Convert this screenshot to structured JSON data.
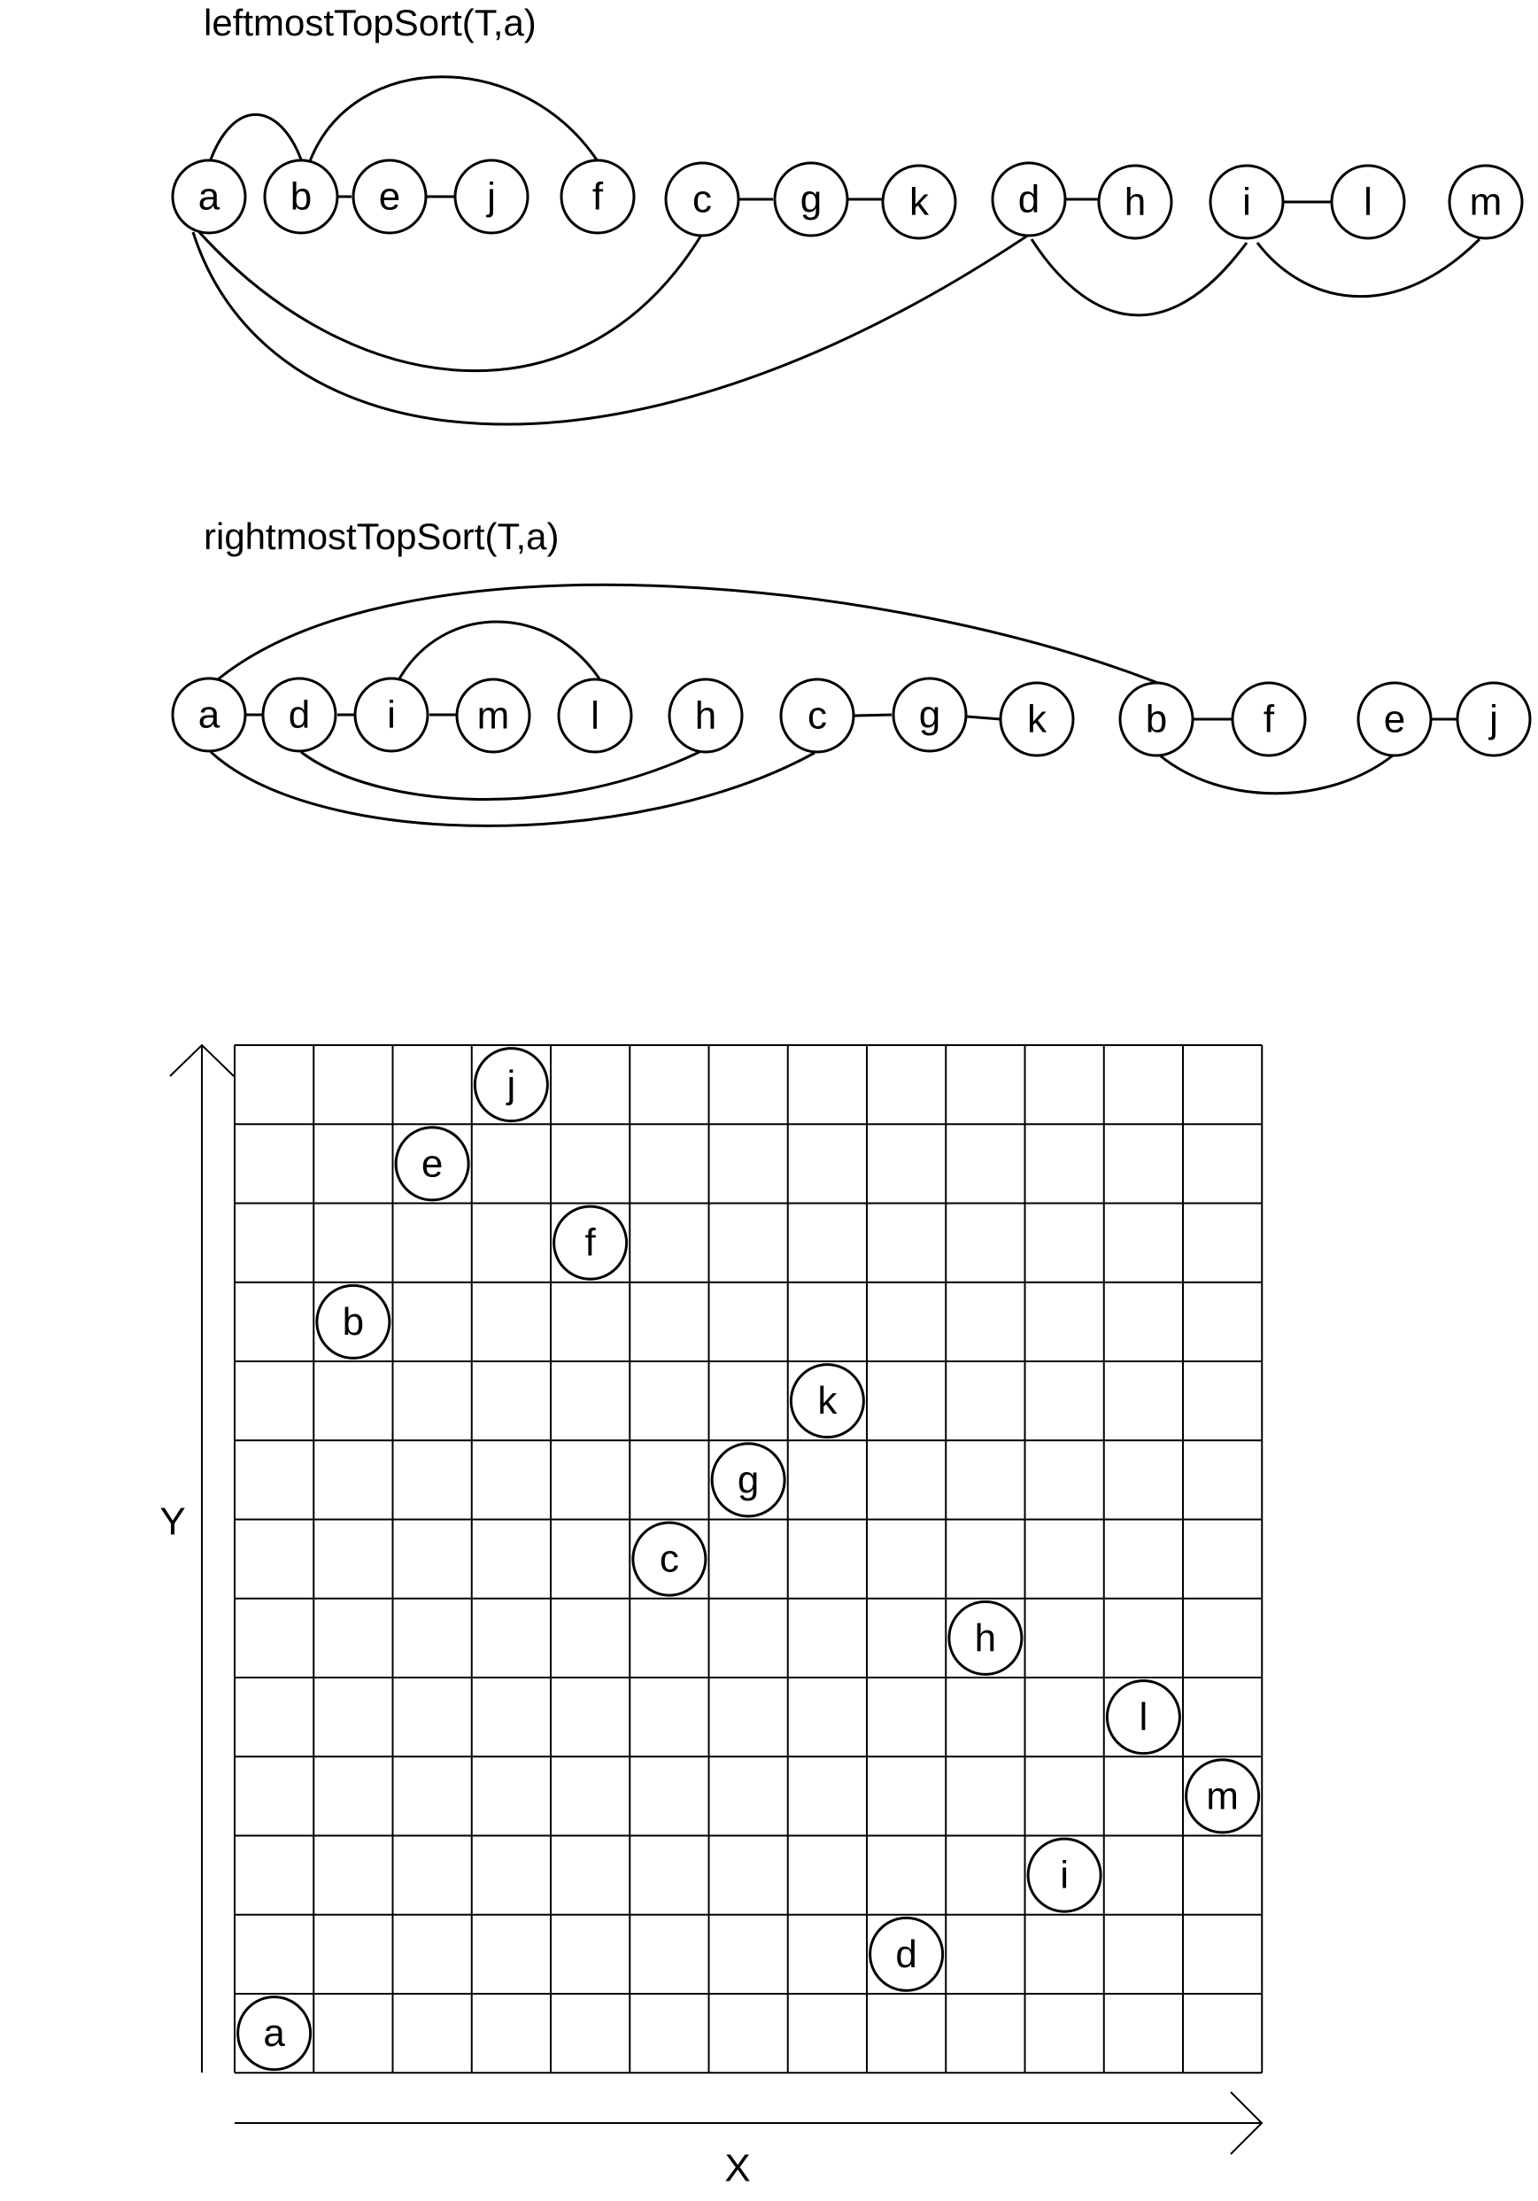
{
  "leftmost": {
    "title": "leftmostTopSort(T,a)",
    "nodes": [
      "a",
      "b",
      "e",
      "j",
      "f",
      "c",
      "g",
      "k",
      "d",
      "h",
      "i",
      "l",
      "m"
    ],
    "edges": [
      [
        "a",
        "b"
      ],
      [
        "b",
        "e"
      ],
      [
        "e",
        "j"
      ],
      [
        "b",
        "f"
      ],
      [
        "a",
        "c"
      ],
      [
        "c",
        "g"
      ],
      [
        "g",
        "k"
      ],
      [
        "a",
        "d"
      ],
      [
        "d",
        "h"
      ],
      [
        "d",
        "i"
      ],
      [
        "i",
        "l"
      ],
      [
        "i",
        "m"
      ]
    ]
  },
  "rightmost": {
    "title": "rightmostTopSort(T,a)",
    "nodes": [
      "a",
      "d",
      "i",
      "m",
      "l",
      "h",
      "c",
      "g",
      "k",
      "b",
      "f",
      "e",
      "j"
    ],
    "edges": [
      [
        "a",
        "d"
      ],
      [
        "d",
        "i"
      ],
      [
        "i",
        "m"
      ],
      [
        "i",
        "l"
      ],
      [
        "d",
        "h"
      ],
      [
        "a",
        "c"
      ],
      [
        "c",
        "g"
      ],
      [
        "g",
        "k"
      ],
      [
        "a",
        "b"
      ],
      [
        "b",
        "f"
      ],
      [
        "b",
        "e"
      ],
      [
        "e",
        "j"
      ]
    ]
  },
  "grid": {
    "columns": 13,
    "rows": 13,
    "x_label": "X",
    "y_label": "Y",
    "points": [
      {
        "id": "a",
        "col": 0,
        "row": 0
      },
      {
        "id": "b",
        "col": 1,
        "row": 9
      },
      {
        "id": "e",
        "col": 2,
        "row": 11
      },
      {
        "id": "j",
        "col": 3,
        "row": 12
      },
      {
        "id": "f",
        "col": 4,
        "row": 10
      },
      {
        "id": "c",
        "col": 5,
        "row": 6
      },
      {
        "id": "g",
        "col": 6,
        "row": 7
      },
      {
        "id": "k",
        "col": 7,
        "row": 8
      },
      {
        "id": "d",
        "col": 8,
        "row": 1
      },
      {
        "id": "h",
        "col": 9,
        "row": 5
      },
      {
        "id": "i",
        "col": 10,
        "row": 2
      },
      {
        "id": "l",
        "col": 11,
        "row": 4
      },
      {
        "id": "m",
        "col": 12,
        "row": 3
      }
    ]
  }
}
